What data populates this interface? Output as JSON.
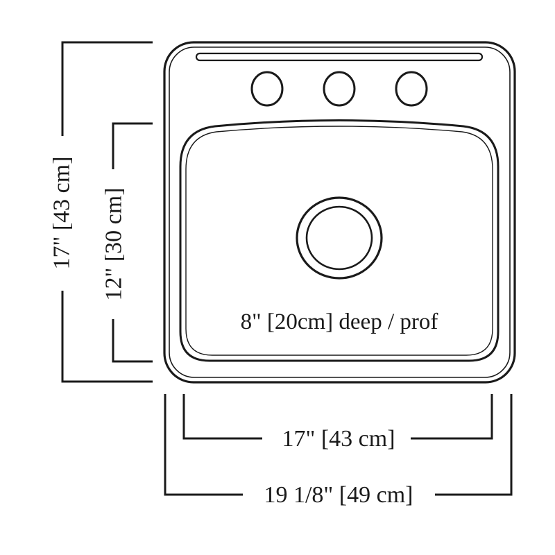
{
  "labels": {
    "overall_height": "17\" [43 cm]",
    "bowl_height": "12\" [30 cm]",
    "bowl_depth": "8\" [20cm] deep / prof",
    "bowl_width": "17\" [43 cm]",
    "overall_width": "19 1/8\" [49 cm]"
  },
  "faucet_holes": 3,
  "colors": {
    "ink": "#1a1a1a",
    "background": "#ffffff"
  }
}
